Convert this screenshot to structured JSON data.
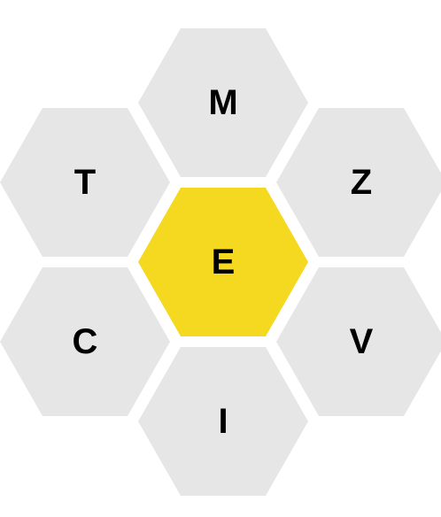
{
  "puzzle": {
    "center": {
      "letter": "E",
      "color": "#f5d820"
    },
    "outer": [
      {
        "letter": "M",
        "color": "#e6e6e6"
      },
      {
        "letter": "T",
        "color": "#e6e6e6"
      },
      {
        "letter": "Z",
        "color": "#e6e6e6"
      },
      {
        "letter": "C",
        "color": "#e6e6e6"
      },
      {
        "letter": "V",
        "color": "#e6e6e6"
      },
      {
        "letter": "I",
        "color": "#e6e6e6"
      }
    ]
  }
}
